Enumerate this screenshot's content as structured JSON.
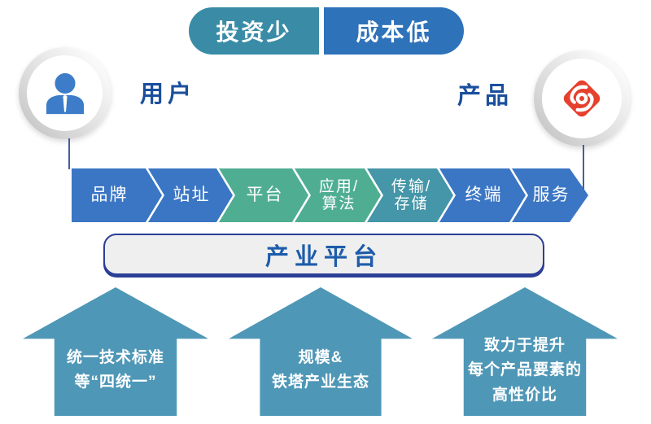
{
  "banner": {
    "left": {
      "label": "投资少",
      "color": "#3a8ca6"
    },
    "right": {
      "label": "成本低",
      "color": "#2e72ba"
    }
  },
  "user": {
    "label": "用户"
  },
  "product": {
    "label": "产品"
  },
  "flow": {
    "segments": [
      {
        "label": "品牌",
        "color": "#3b76c4"
      },
      {
        "label": "站址",
        "color": "#3b76c4"
      },
      {
        "label": "平台",
        "color": "#4fae92"
      },
      {
        "label": "应用/\n算法",
        "color": "#4fae92"
      },
      {
        "label": "传输/\n存储",
        "color": "#4496a8"
      },
      {
        "label": "终端",
        "color": "#3b76c4"
      },
      {
        "label": "服务",
        "color": "#3b76c4"
      }
    ]
  },
  "platform": {
    "label": "产业平台"
  },
  "pillars": [
    {
      "text": "统一技术标准\n等“四统一”",
      "color": "#4f97b7"
    },
    {
      "text": "规模&\n铁塔产业生态",
      "color": "#4f97b7"
    },
    {
      "text": "致力于提升\n每个产品要素的\n高性价比",
      "color": "#4f97b7"
    }
  ],
  "colors": {
    "label_text": "#1b4f9c",
    "platform_border": "#2b3f96",
    "platform_fill": "#efefef",
    "logo_red": "#e6402e",
    "person_blue": "#3d7cc8",
    "connector": "#44609a"
  }
}
